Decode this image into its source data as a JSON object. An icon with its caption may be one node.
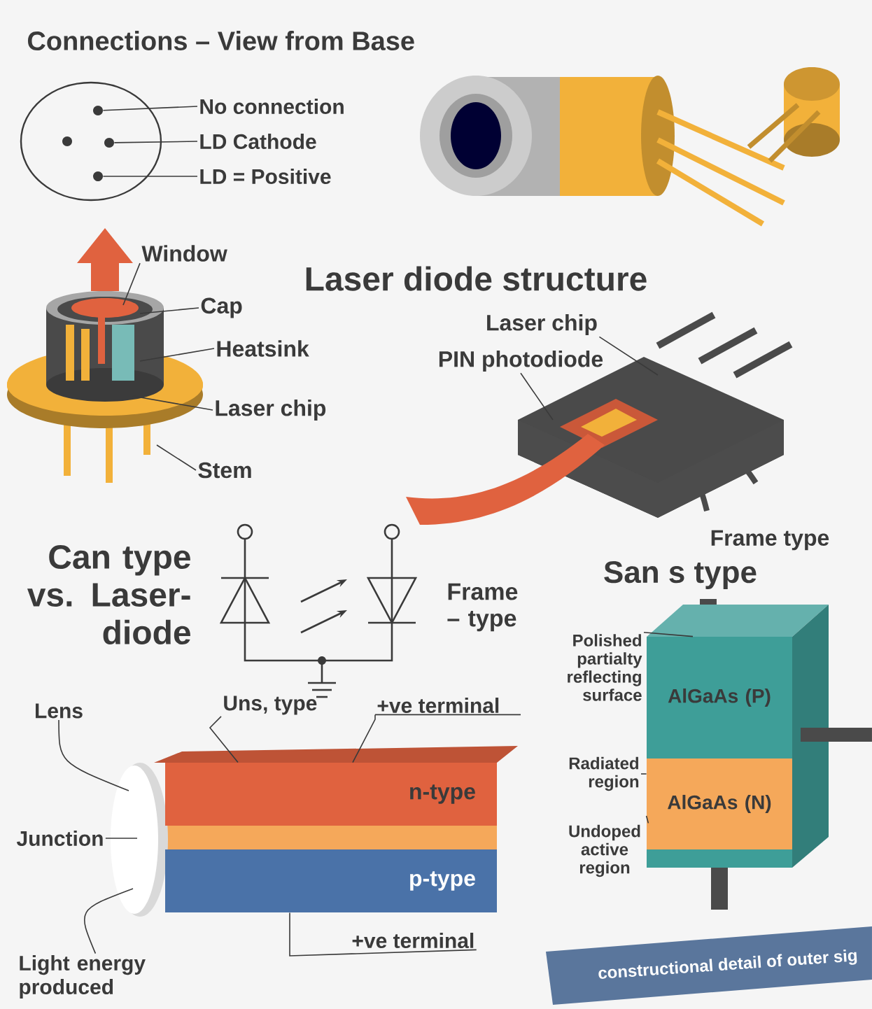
{
  "diagram": {
    "nodes": [
      {
        "text": [
          "No connection"
        ]
      },
      {
        "text": [
          "LD Cathode"
        ]
      },
      {
        "text": [
          "LD = Positive"
        ]
      },
      {
        "text": [
          "Window"
        ]
      },
      {
        "text": [
          "Cap"
        ]
      },
      {
        "text": [
          "Heatsink"
        ]
      },
      {
        "text": [
          "Laser chip"
        ]
      },
      {
        "text": [
          "Stem"
        ]
      },
      {
        "text": [
          "Laser chip"
        ]
      },
      {
        "text": [
          "PIN photodiode"
        ]
      },
      {
        "text": [
          "Uns, type"
        ]
      },
      {
        "text": [
          "+ve terminal"
        ]
      },
      {
        "text": [
          "Lens"
        ]
      },
      {
        "text": [
          "Junction"
        ]
      },
      {
        "text": [
          "Light energy produced"
        ]
      },
      {
        "text": [
          "+ve terminal"
        ]
      },
      {
        "text": [
          "Polished partialty reflecting surface"
        ]
      },
      {
        "text": [
          "Radiated region"
        ]
      },
      {
        "text": [
          "Undoped active region"
        ]
      },
      {
        "text": [
          "n-type"
        ]
      },
      {
        "text": [
          "p-type"
        ]
      },
      {
        "text": [
          "AlGaAs (P)"
        ]
      },
      {
        "text": [
          "AlGaAs (N)"
        ]
      },
      {
        "text": [
          "constructional detail of outer sig"
        ]
      },
      {
        "text": [],
        "shape": "circle"
      },
      {
        "text": [],
        "shape": "circle"
      },
      {
        "text": [],
        "shape": "circle"
      },
      {
        "text": [],
        "shape": "circle"
      }
    ],
    "edges": [
      {
        "from": 0,
        "to": 24,
        "arrow": "none"
      },
      {
        "from": 1,
        "to": 26,
        "arrow": "none"
      },
      {
        "from": 2,
        "to": 27,
        "arrow": "none"
      },
      {
        "from": 3,
        "to": null,
        "arrow": "none"
      },
      {
        "from": 4,
        "to": null,
        "arrow": "none"
      },
      {
        "from": 5,
        "to": null,
        "arrow": "none"
      },
      {
        "from": 6,
        "to": null,
        "arrow": "none"
      },
      {
        "from": 7,
        "to": null,
        "arrow": "none"
      },
      {
        "from": 8,
        "to": null,
        "arrow": "none"
      },
      {
        "from": 9,
        "to": null,
        "arrow": "none"
      },
      {
        "from": 10,
        "to": 19,
        "arrow": "none"
      },
      {
        "from": 11,
        "to": 19,
        "arrow": "none"
      },
      {
        "from": 12,
        "to": null,
        "arrow": "none"
      },
      {
        "from": 13,
        "to": null,
        "arrow": "none"
      },
      {
        "from": 14,
        "to": null,
        "arrow": "none"
      },
      {
        "from": 15,
        "to": 20,
        "arrow": "none"
      },
      {
        "from": 16,
        "to": 21,
        "arrow": "none"
      },
      {
        "from": 17,
        "to": 22,
        "arrow": "none"
      },
      {
        "from": 18,
        "to": 22,
        "arrow": "none"
      }
    ],
    "labels": [
      "Connections – View from Base",
      "Laser diode structure",
      "Can type vs. Laser-diode",
      "Frame – type",
      "Frame type",
      "San s type"
    ]
  }
}
